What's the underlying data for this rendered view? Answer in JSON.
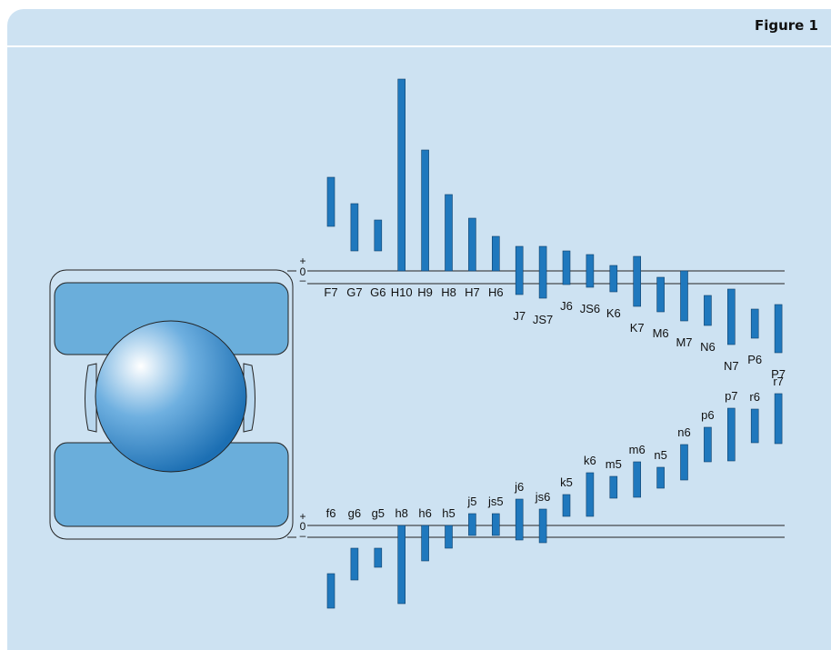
{
  "figure": {
    "title": "Figure 1"
  },
  "colors": {
    "background": "#cde2f2",
    "bar": "#1f78bd",
    "bar_edge": "#10406a",
    "ring_fill": "#6aaedb",
    "ball_light": "#ffffff",
    "ball_dark": "#1c6fb3"
  },
  "housing_axis": {
    "plus": "+",
    "minus": "–",
    "zero": "0"
  },
  "shaft_axis": {
    "plus": "+",
    "minus": "–",
    "zero": "0"
  },
  "chart_data": [
    {
      "type": "bar",
      "title": "",
      "description_units": "relative tolerance band (arbitrary units, 0 = nominal line)",
      "categories": [
        "F7",
        "G7",
        "G6",
        "H10",
        "H9",
        "H8",
        "H7",
        "H6",
        "J7",
        "JS7",
        "J6",
        "JS6",
        "K6",
        "K7",
        "M6",
        "M7",
        "N6",
        "N7",
        "P6",
        "P7"
      ],
      "ranges": [
        [
          49,
          103
        ],
        [
          22,
          74
        ],
        [
          22,
          56
        ],
        [
          0,
          211
        ],
        [
          0,
          133
        ],
        [
          0,
          84
        ],
        [
          0,
          58
        ],
        [
          0,
          38
        ],
        [
          -26,
          27
        ],
        [
          -30,
          27
        ],
        [
          -15,
          22
        ],
        [
          -18,
          18
        ],
        [
          -23,
          6
        ],
        [
          -39,
          16
        ],
        [
          -45,
          -7
        ],
        [
          -55,
          0
        ],
        [
          -60,
          -27
        ],
        [
          -81,
          -20
        ],
        [
          -74,
          -42
        ],
        [
          -90,
          -37
        ]
      ]
    },
    {
      "type": "bar",
      "title": "",
      "description_units": "relative tolerance band (arbitrary units, 0 = nominal line)",
      "categories": [
        "f6",
        "g6",
        "g5",
        "h8",
        "h6",
        "h5",
        "j5",
        "js5",
        "j6",
        "js6",
        "k5",
        "k6",
        "m5",
        "m6",
        "n5",
        "n6",
        "p6",
        "p7",
        "r6",
        "r7"
      ],
      "ranges": [
        [
          -91,
          -53
        ],
        [
          -60,
          -25
        ],
        [
          -46,
          -25
        ],
        [
          -86,
          0
        ],
        [
          -39,
          0
        ],
        [
          -25,
          0
        ],
        [
          -11,
          13
        ],
        [
          -11,
          13
        ],
        [
          -16,
          29
        ],
        [
          -19,
          18
        ],
        [
          10,
          34
        ],
        [
          10,
          58
        ],
        [
          30,
          54
        ],
        [
          31,
          70
        ],
        [
          41,
          64
        ],
        [
          50,
          89
        ],
        [
          70,
          108
        ],
        [
          71,
          129
        ],
        [
          91,
          128
        ],
        [
          90,
          145
        ]
      ]
    }
  ]
}
